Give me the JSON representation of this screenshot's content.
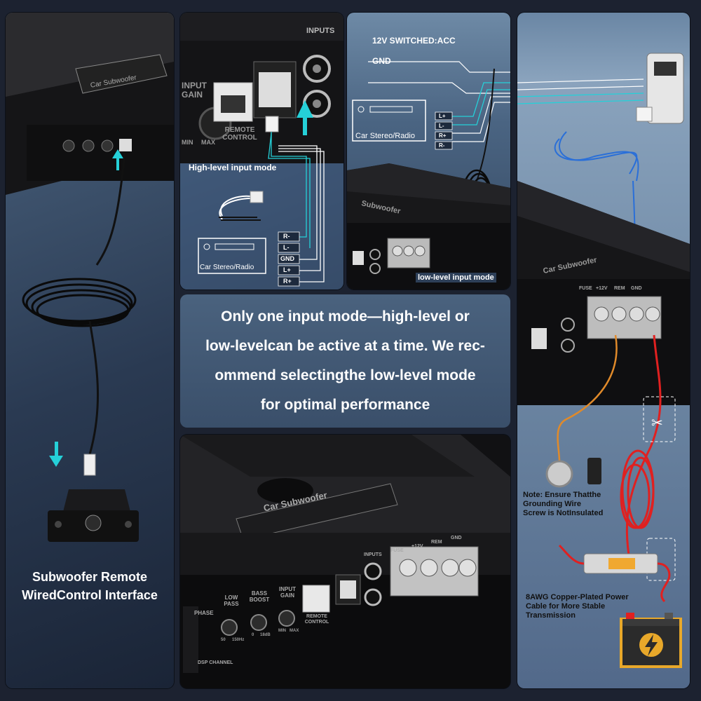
{
  "panel_remote": {
    "device_label": "Car Subwoofer",
    "caption_line1": "Subwoofer Remote",
    "caption_line2": "WiredControl Interface"
  },
  "panel_high": {
    "inputs_label": "INPUTS",
    "input_gain": "INPUT GAIN",
    "min": "MIN",
    "max": "MAX",
    "remote_control": "REMOTE CONTROL",
    "mode_title": "High-level input mode",
    "stereo_label": "Car Stereo/Radio",
    "wires": [
      "R-",
      "L-",
      "GND",
      "L+",
      "R+"
    ]
  },
  "panel_low": {
    "acc_label": "12V SWITCHED:ACC",
    "gnd_label": "GND",
    "stereo_label": "Car Stereo/Radio",
    "wires": [
      "L+",
      "L-",
      "R+",
      "R-"
    ],
    "device_label": "Subwoofer",
    "mode_title": "low-level input mode"
  },
  "notice": {
    "line1": "Only one input mode—high-level or",
    "line2": "low-levelcan be active at a time. We rec-",
    "line3": "ommend selectingthe low-level mode",
    "line4": "for optimal performance"
  },
  "panel_power": {
    "device_label": "Car Subwoofer",
    "terminals": [
      "FUSE",
      "+12V",
      "REM",
      "GND"
    ],
    "note_line1": "Note: Ensure Thatthe",
    "note_line2": "Grounding Wire",
    "note_line3": "Screw is NotInsulated",
    "cable_line1": "8AWG Copper-Plated Power",
    "cable_line2": "Cable for More Stable",
    "cable_line3": "Transmission"
  },
  "panel_amp": {
    "device_label": "Car Subwoofer",
    "phase": "PHASE",
    "low_pass": "LOW PASS",
    "bass_boost": "BASS BOOST",
    "input_gain": "INPUT GAIN",
    "remote_control": "REMOTE CONTROL",
    "dsp_channel": "DSP CHANNEL",
    "inputs": "INPUTS",
    "terminals": [
      "FUSE",
      "+12V",
      "REM",
      "GND"
    ],
    "lp_min": "50",
    "lp_max": "150Hz",
    "bb_min": "0",
    "bb_max": "18dB",
    "gain_min": "MIN",
    "gain_max": "MAX"
  },
  "colors": {
    "cyan": "#25d0d8",
    "red_wire": "#e02020",
    "orange_wire": "#e08a2a",
    "blue_wire": "#2a6fd8"
  }
}
